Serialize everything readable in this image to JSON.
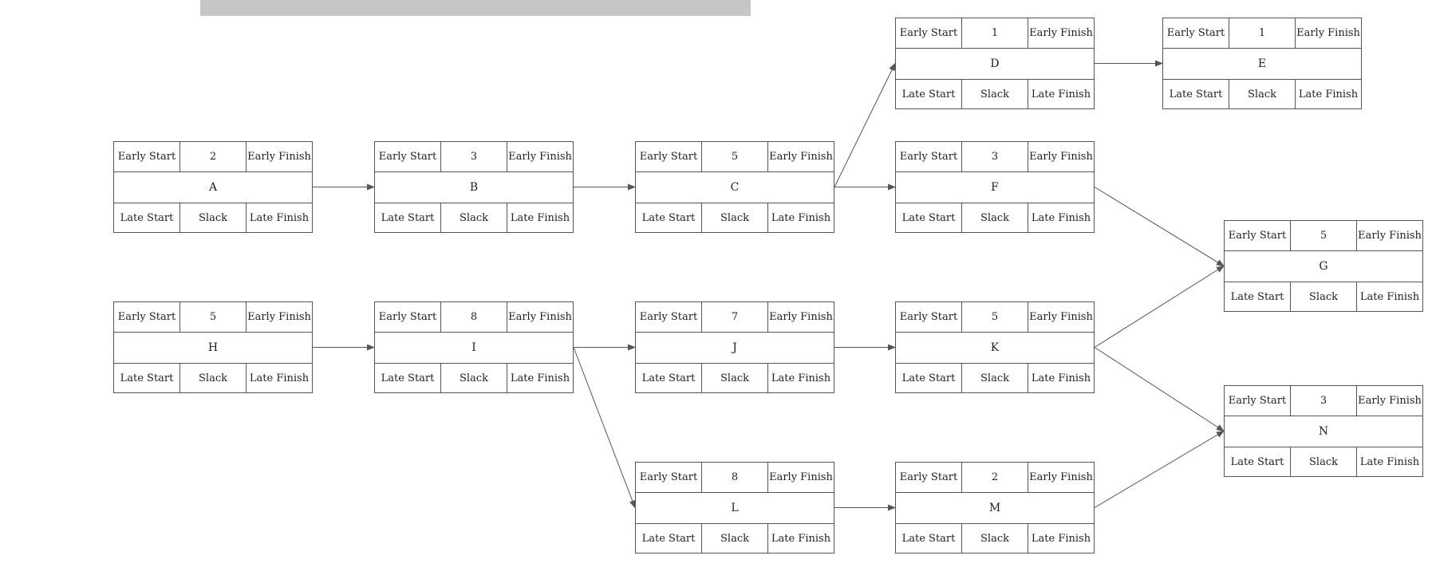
{
  "labels": {
    "early_start": "Early Start",
    "early_finish": "Early Finish",
    "late_start": "Late Start",
    "slack": "Slack",
    "late_finish": "Late Finish"
  },
  "nodes": [
    {
      "id": "A",
      "duration": "2"
    },
    {
      "id": "B",
      "duration": "3"
    },
    {
      "id": "C",
      "duration": "5"
    },
    {
      "id": "D",
      "duration": "1"
    },
    {
      "id": "E",
      "duration": "1"
    },
    {
      "id": "F",
      "duration": "3"
    },
    {
      "id": "G",
      "duration": "5"
    },
    {
      "id": "H",
      "duration": "5"
    },
    {
      "id": "I",
      "duration": "8"
    },
    {
      "id": "J",
      "duration": "7"
    },
    {
      "id": "K",
      "duration": "5"
    },
    {
      "id": "L",
      "duration": "8"
    },
    {
      "id": "M",
      "duration": "2"
    },
    {
      "id": "N",
      "duration": "3"
    }
  ],
  "edges": [
    [
      "A",
      "B"
    ],
    [
      "B",
      "C"
    ],
    [
      "C",
      "D"
    ],
    [
      "C",
      "F"
    ],
    [
      "D",
      "E"
    ],
    [
      "F",
      "G"
    ],
    [
      "H",
      "I"
    ],
    [
      "I",
      "J"
    ],
    [
      "I",
      "L"
    ],
    [
      "J",
      "K"
    ],
    [
      "K",
      "G"
    ],
    [
      "K",
      "N"
    ],
    [
      "L",
      "M"
    ],
    [
      "M",
      "N"
    ]
  ]
}
